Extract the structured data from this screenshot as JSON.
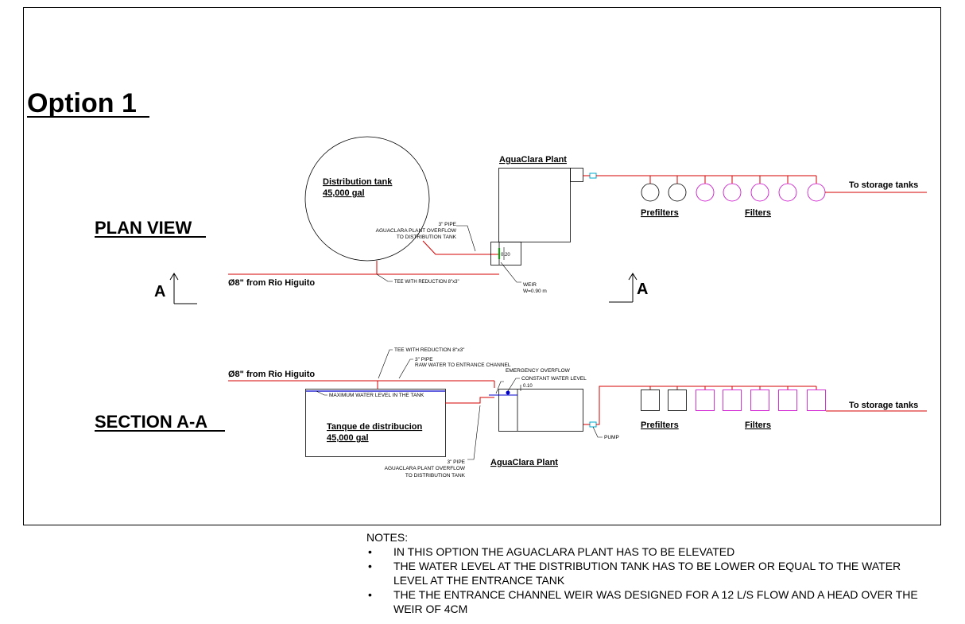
{
  "option_title": "Option 1",
  "plan_view": {
    "heading": "PLAN VIEW",
    "distribution_tank": [
      "Distribution tank",
      "45,000 gal"
    ],
    "aguaclara_plant": "AguaClara Plant",
    "overflow_note": [
      "3\" PIPE",
      "AGUACLARA PLANT OVERFLOW",
      "TO DISTRIBUTION TANK"
    ],
    "inlet_pipe": "Ø8\" from Rio Higuito",
    "tee_note": "TEE WITH REDUCTION 8\"x3\"",
    "weir_height": "0.20",
    "weir_note": [
      "WEIR",
      "W=0.90 m"
    ],
    "prefilters_label": "Prefilters",
    "filters_label": "Filters",
    "to_storage": "To storage tanks",
    "section_marker": "A"
  },
  "section": {
    "heading": "SECTION A-A",
    "tee_note": "TEE WITH REDUCTION 8\"x3\"",
    "raw_water_note": [
      "3\" PIPE",
      "RAW WATER TO ENTRANCE CHANNEL"
    ],
    "inlet_pipe": "Ø8\" from Rio Higuito",
    "emergency_overflow": "EMERGENCY OVERFLOW",
    "constant_level": "CONSTANT WATER LEVEL",
    "level_value": "0.10",
    "max_level_note": "MAXIMUM WATER LEVEL IN THE TANK",
    "tank_label": [
      "Tanque de distribucion",
      "45,000 gal"
    ],
    "pump_note": "PUMP",
    "overflow_note": [
      "3\" PIPE",
      "AGUACLARA PLANT OVERFLOW",
      "TO DISTRIBUTION TANK"
    ],
    "aguaclara_plant": "AguaClara Plant",
    "prefilters_label": "Prefilters",
    "filters_label": "Filters",
    "to_storage": "To storage tanks"
  },
  "notes": {
    "heading": "NOTES:",
    "items": [
      "IN THIS OPTION THE AGUACLARA PLANT HAS TO BE ELEVATED",
      "THE WATER LEVEL AT THE DISTRIBUTION TANK HAS TO BE LOWER OR EQUAL TO THE WATER LEVEL AT THE ENTRANCE TANK",
      "THE THE ENTRANCE CHANNEL WEIR WAS DESIGNED FOR A 12 L/S FLOW AND A HEAD OVER THE WEIR OF 4CM"
    ]
  },
  "colors": {
    "pipe": "#d40000",
    "filter": "#cc00cc",
    "water": "#0000cc",
    "fitting": "#00aacc"
  }
}
